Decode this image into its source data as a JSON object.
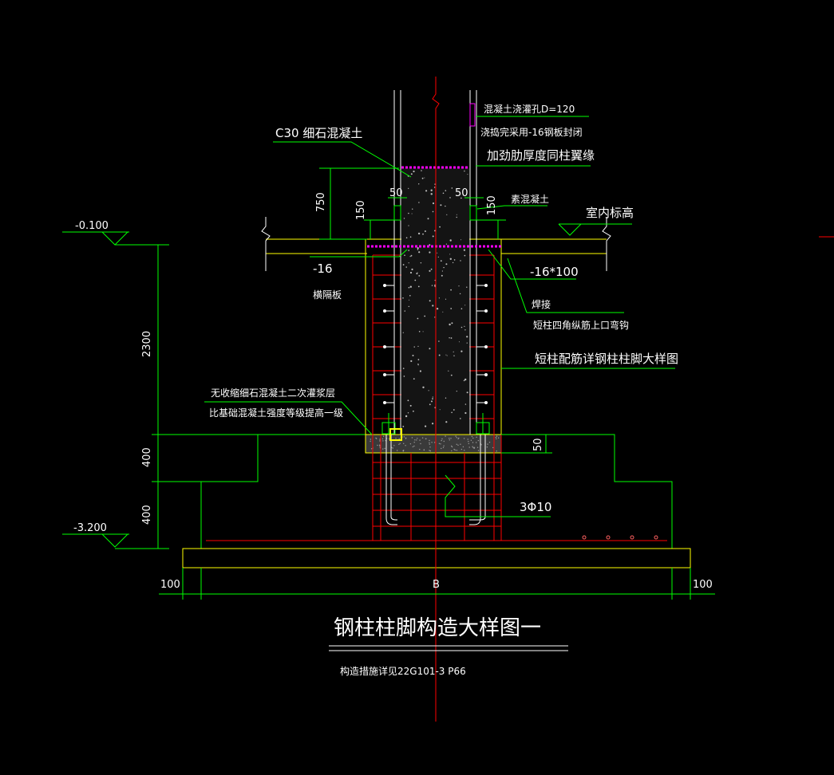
{
  "drawing": {
    "title": "钢柱柱脚构造大样图一",
    "subtitle": "构造措施详见22G101-3  P66",
    "notes": {
      "pour_hole": "混凝土浇灌孔D=120",
      "seal_plate": "浇捣完采用-16钢板封闭",
      "c30_concrete": "C30  细石混凝土",
      "stiffener": "加劲肋厚度同柱翼缘",
      "plain_concrete": "素混凝土",
      "indoor_level": "室内标高",
      "plate_16": "-16",
      "cross_plate": "横隔板",
      "plate_16x100": "-16*100",
      "weld": "焊接",
      "short_col_hook": "短柱四角纵筋上口弯钩",
      "short_col_rebar": "短柱配筋详钢柱柱脚大样图",
      "grout_1": "无收缩细石混凝土二次灌浆层",
      "grout_2": "比基础混凝土强度等级提高一级",
      "rebar_3phi10": "3Φ10"
    },
    "dimensions": {
      "d750": "750",
      "d150_left": "150",
      "d150_right": "150",
      "d50_left": "50",
      "d50_right": "50",
      "d2300": "2300",
      "d400_upper": "400",
      "d400_lower": "400",
      "d50_grout": "50",
      "d100_left": "100",
      "d100_right": "100",
      "width_b": "B"
    },
    "levels": {
      "top": "-0.100",
      "bottom": "-3.200"
    },
    "colors": {
      "background": "#000000",
      "green": "#00ff00",
      "red": "#ff0000",
      "yellow": "#ffff00",
      "white": "#ffffff",
      "magenta": "#ff00ff",
      "gray": "#b0b0b0"
    }
  }
}
